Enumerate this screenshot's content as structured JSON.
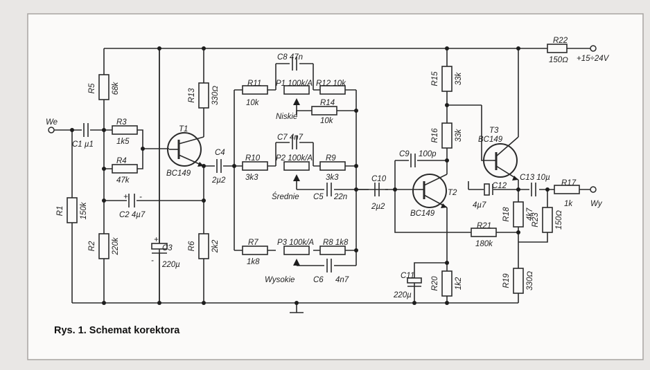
{
  "caption": "Rys. 1. Schemat korektora",
  "terminals": {
    "in": "We",
    "out": "Wy",
    "supply": "+15÷24V"
  },
  "controls": {
    "bass": "Niskie",
    "mid": "Średnie",
    "treble": "Wysokie"
  },
  "transistors": {
    "t1": {
      "name": "T1",
      "type": "BC149"
    },
    "t2": {
      "name": "T2",
      "type": "BC149"
    },
    "t3": {
      "name": "T3",
      "type": "BC149"
    }
  },
  "resistors": {
    "r1": {
      "name": "R1",
      "value": "150k"
    },
    "r2": {
      "name": "R2",
      "value": "220k"
    },
    "r3": {
      "name": "R3",
      "value": "1k5"
    },
    "r4": {
      "name": "R4",
      "value": "47k"
    },
    "r5": {
      "name": "R5",
      "value": "68k"
    },
    "r6": {
      "name": "R6",
      "value": "2k2"
    },
    "r7": {
      "name": "R7",
      "value": "1k8"
    },
    "r8": {
      "name": "R8",
      "value": "1k8"
    },
    "r9": {
      "name": "R9",
      "value": "3k3"
    },
    "r10": {
      "name": "R10",
      "value": "3k3"
    },
    "r11": {
      "name": "R11",
      "value": "10k"
    },
    "r12": {
      "name": "R12",
      "value": "10k"
    },
    "r13": {
      "name": "R13",
      "value": "330Ω"
    },
    "r14": {
      "name": "R14",
      "value": "10k"
    },
    "r15": {
      "name": "R15",
      "value": "33k"
    },
    "r16": {
      "name": "R16",
      "value": "33k"
    },
    "r17": {
      "name": "R17",
      "value": "1k"
    },
    "r18": {
      "name": "R18",
      "value": "4k7"
    },
    "r19": {
      "name": "R19",
      "value": "330Ω"
    },
    "r20": {
      "name": "R20",
      "value": "1k2"
    },
    "r21": {
      "name": "R21",
      "value": "180k"
    },
    "r22": {
      "name": "R22",
      "value": "150Ω"
    },
    "r23": {
      "name": "R23",
      "value": "150Ω"
    }
  },
  "potentiometers": {
    "p1": {
      "label": "P1 100k/A"
    },
    "p2": {
      "label": "P2 100k/A"
    },
    "p3": {
      "label": "P3 100k/A"
    }
  },
  "capacitors": {
    "c1": {
      "label": "C1 µ1"
    },
    "c2": {
      "label": "C2 4µ7"
    },
    "c3": {
      "name": "C3",
      "value": "220µ"
    },
    "c4": {
      "name": "C4",
      "value": "2µ2"
    },
    "c5": {
      "name": "C5",
      "value": "22n"
    },
    "c6": {
      "name": "C6",
      "value": "4n7"
    },
    "c7": {
      "label": "C7 4n7"
    },
    "c8": {
      "label": "C8 47n"
    },
    "c9": {
      "name": "C9",
      "value": "100p"
    },
    "c10": {
      "name": "C10",
      "value": "2µ2"
    },
    "c11": {
      "name": "C11",
      "value": "220µ"
    },
    "c12": {
      "name": "C12",
      "value": "4µ7"
    },
    "c13": {
      "label": "C13 10µ"
    }
  },
  "polarity": {
    "plus": "+",
    "minus": "-"
  }
}
